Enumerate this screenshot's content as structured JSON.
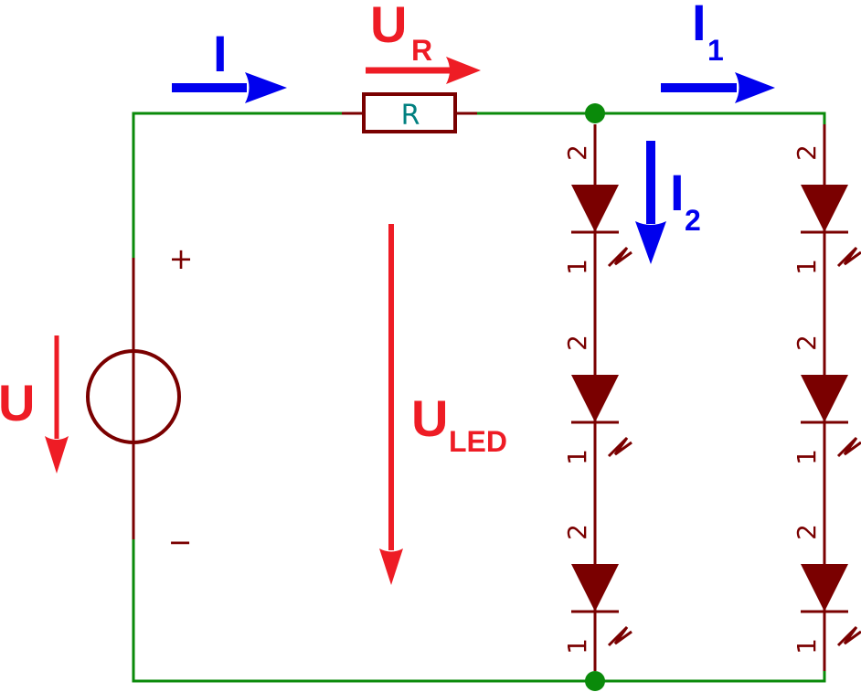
{
  "colors": {
    "wire": "#0a8a0a",
    "component": "#7a0000",
    "voltage": "#ee1c25",
    "current": "#0000ee",
    "component_label": "#008080",
    "background": "#ffffff"
  },
  "source": {
    "plus_label": "+",
    "minus_label": "−"
  },
  "resistor": {
    "name": "R"
  },
  "labels": {
    "U": {
      "main": "U",
      "sub": ""
    },
    "UR": {
      "main": "U",
      "sub": "R"
    },
    "ULED": {
      "main": "U",
      "sub": "LED"
    },
    "I": {
      "main": "I",
      "sub": ""
    },
    "I1": {
      "main": "I",
      "sub": "1"
    },
    "I2": {
      "main": "I",
      "sub": "2"
    }
  },
  "led_columns": [
    {
      "leds": [
        {
          "pin_anode": "2",
          "pin_cathode": "1"
        },
        {
          "pin_anode": "2",
          "pin_cathode": "1"
        },
        {
          "pin_anode": "2",
          "pin_cathode": "1"
        }
      ]
    },
    {
      "leds": [
        {
          "pin_anode": "2",
          "pin_cathode": "1"
        },
        {
          "pin_anode": "2",
          "pin_cathode": "1"
        },
        {
          "pin_anode": "2",
          "pin_cathode": "1"
        }
      ]
    }
  ]
}
